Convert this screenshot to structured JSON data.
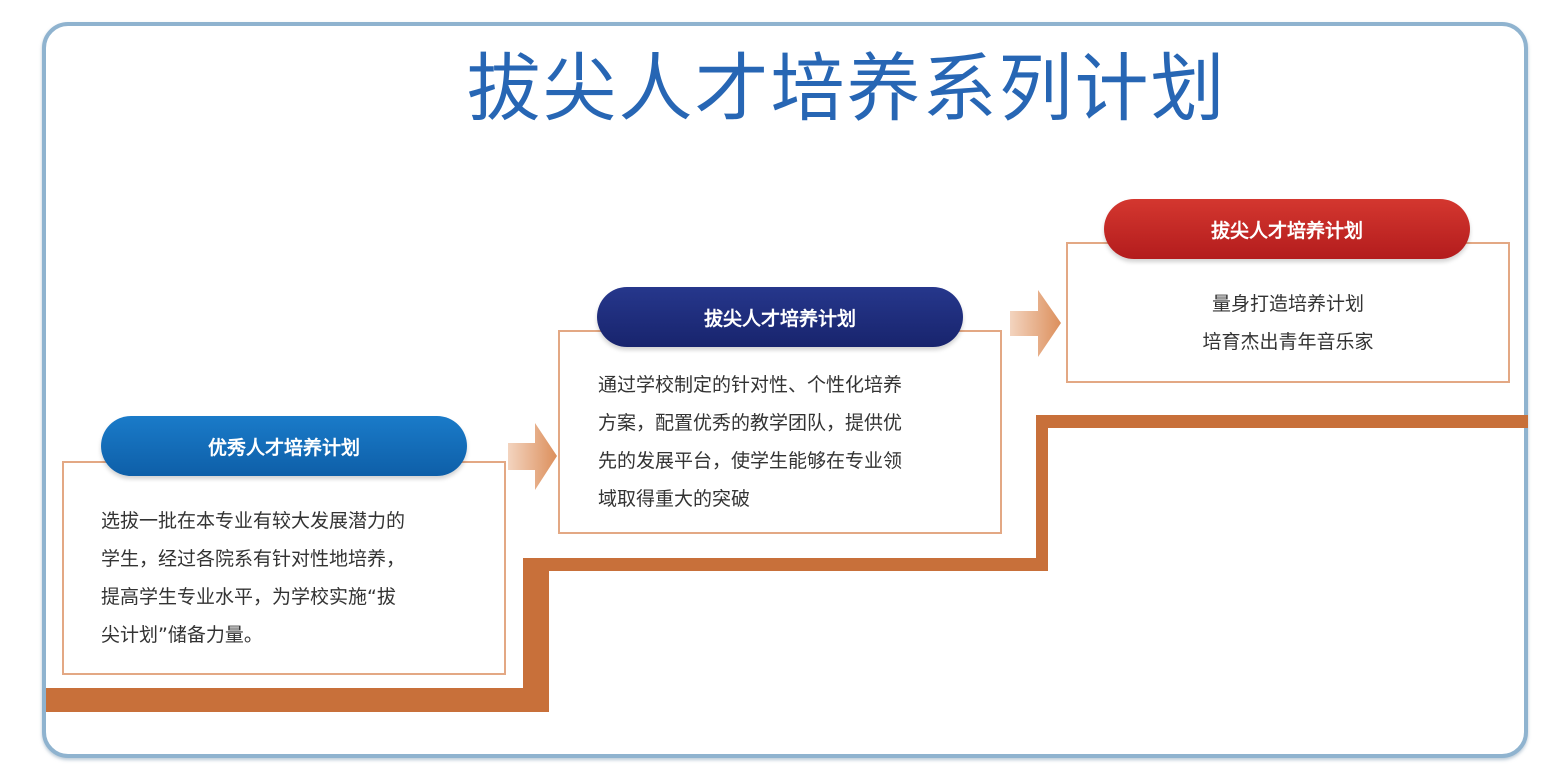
{
  "title": "拔尖人才培养系列计划",
  "colors": {
    "title": "#2766b4",
    "frame_border": "#8fb3cf",
    "stair": "#c8703a",
    "box_border": "#e3a884",
    "pill_1": "#0e5fa8",
    "pill_2": "#1c2a78",
    "pill_3": "#c0231f"
  },
  "icons": [
    "arrow-right-icon",
    "arrow-right-icon"
  ],
  "stages": [
    {
      "label": "优秀人才培养计划",
      "lines": [
        "选拔一批在本专业有较大发展潜力的",
        "学生，经过各院系有针对性地培养，",
        "提高学生专业水平，为学校实施“拔",
        "尖计划”储备力量。"
      ]
    },
    {
      "label": "拔尖人才培养计划",
      "lines": [
        "通过学校制定的针对性、个性化培养",
        "方案，配置优秀的教学团队，提供优",
        "先的发展平台，使学生能够在专业领",
        "域取得重大的突破"
      ]
    },
    {
      "label": "拔尖人才培养计划",
      "lines": [
        "量身打造培养计划",
        "培育杰出青年音乐家"
      ]
    }
  ]
}
